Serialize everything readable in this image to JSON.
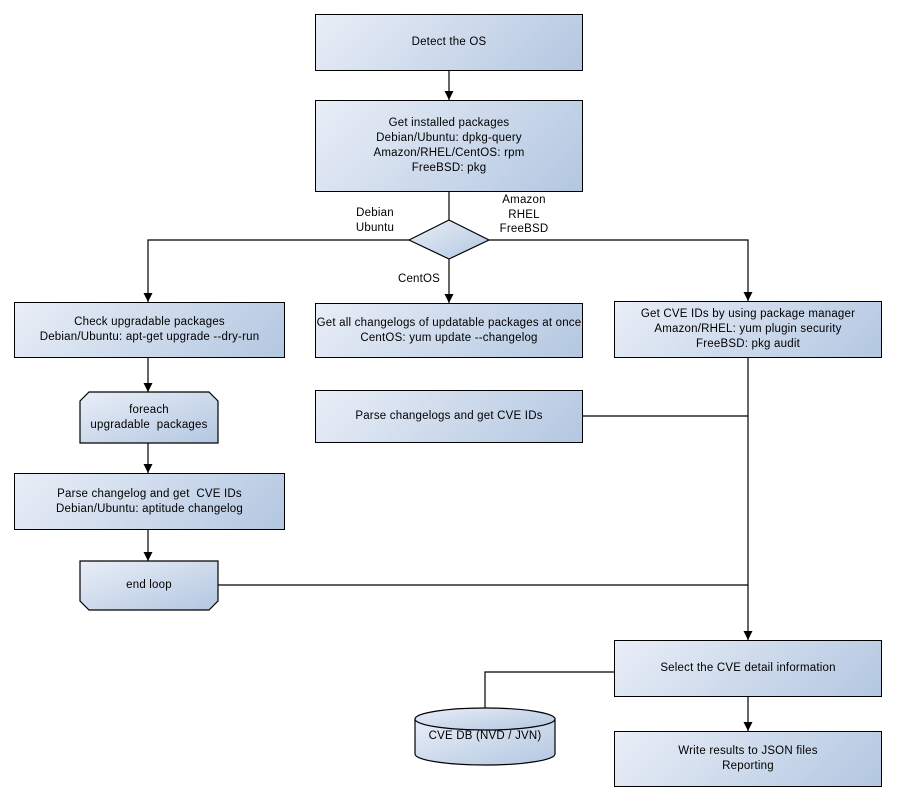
{
  "colors": {
    "fill_light": "#e9eef7",
    "fill_dark": "#b3c7e1",
    "node_border": "#000000",
    "connector": "#000000",
    "text": "#000000"
  },
  "nodes": {
    "detect_os": "Detect the OS",
    "get_installed_packages": "Get installed packages\nDebian/Ubuntu: dpkg-query\nAmazon/RHEL/CentOS: rpm\nFreeBSD: pkg",
    "check_upgradable_packages": "Check upgradable packages\nDebian/Ubuntu: apt-get upgrade --dry-run",
    "foreach_loop_start": "foreach\nupgradable  packages",
    "parse_changelog_left": "Parse changelog and get  CVE IDs\nDebian/Ubuntu: aptitude changelog",
    "end_loop": "end loop",
    "get_all_changelogs": "Get all changelogs of updatable packages at once\nCentOS: yum update --changelog",
    "parse_changelogs_mid": "Parse changelogs and get CVE IDs",
    "get_cve_ids_pkg_manager": "Get CVE IDs by using package manager\nAmazon/RHEL: yum plugin security\nFreeBSD: pkg audit",
    "select_cve_detail": "Select the CVE detail information",
    "cve_db": "CVE DB (NVD / JVN)",
    "write_results": "Write results to JSON files\nReporting"
  },
  "edge_labels": {
    "left_branch": "Debian\nUbuntu",
    "right_branch": "Amazon\nRHEL\nFreeBSD",
    "middle_branch": "CentOS"
  }
}
